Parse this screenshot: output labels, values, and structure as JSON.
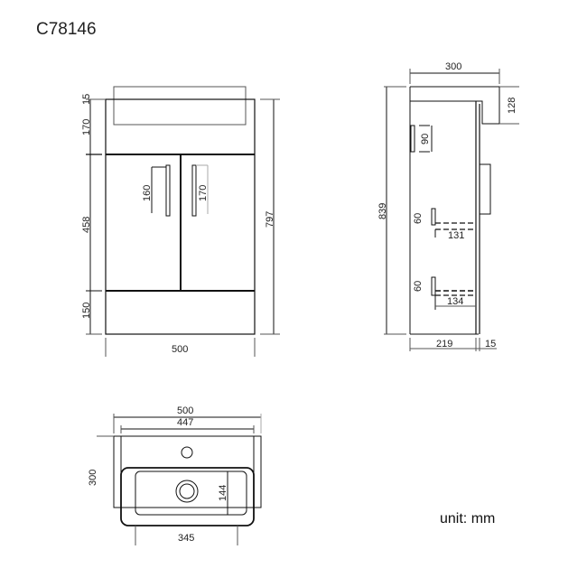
{
  "title": "C78146",
  "unit_label": "unit: mm",
  "front_view": {
    "dims": {
      "top_lip": "15",
      "basin_height": "170",
      "door_height": "458",
      "plinth_height": "150",
      "total_height": "797",
      "width": "500",
      "left_handle": "160",
      "right_handle": "170"
    }
  },
  "side_view": {
    "dims": {
      "depth": "300",
      "basin_drop": "128",
      "total_height": "839",
      "overflow": "90",
      "shelf1_height": "60",
      "shelf1_depth": "131",
      "shelf2_height": "60",
      "shelf2_depth": "134",
      "cabinet_depth": "219",
      "door_thickness": "15"
    }
  },
  "top_view": {
    "dims": {
      "outer_width": "500",
      "inner_width": "447",
      "depth": "300",
      "bowl_depth": "144",
      "bowl_width": "345"
    }
  }
}
